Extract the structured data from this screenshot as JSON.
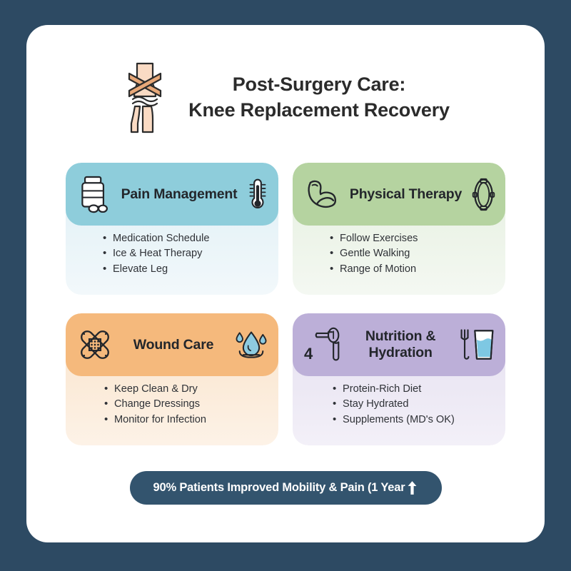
{
  "theme": {
    "page_background": "#2d4a63",
    "panel_background": "#ffffff",
    "banner_background": "#33546e",
    "text_dark": "#2b2b2b"
  },
  "header": {
    "icon": "bandaged-knee-joint-icon",
    "title_line1": "Post-Surgery Care:",
    "title_line2": "Knee Replacement Recovery"
  },
  "cards": [
    {
      "id": "pain-management",
      "title": "Pain Management",
      "header_color": "#8ecddb",
      "body_color": "#e9f4f8",
      "icon_left": "pill-bottle-icon",
      "icon_right": "thermometer-icon",
      "number": "",
      "items": [
        "Medication Schedule",
        "Ice & Heat Therapy",
        "Elevate Leg"
      ]
    },
    {
      "id": "physical-therapy",
      "title": "Physical Therapy",
      "header_color": "#b5d3a0",
      "body_color": "#edf4e9",
      "icon_left": "flexed-bicep-icon",
      "icon_right": "resistance-band-loop-icon",
      "number": "",
      "items": [
        "Follow Exercises",
        "Gentle Walking",
        "Range of Motion"
      ]
    },
    {
      "id": "wound-care",
      "title": "Wound Care",
      "header_color": "#f5b97c",
      "body_color": "#fbebd9",
      "icon_left": "crossed-bandages-icon",
      "icon_right": "water-droplet-icon",
      "number": "",
      "items": [
        "Keep Clean & Dry",
        "Change Dressings",
        "Monitor for Infection"
      ]
    },
    {
      "id": "nutrition-hydration",
      "title": "Nutrition & Hydration",
      "header_color": "#bcafd8",
      "body_color": "#ece8f4",
      "icon_left": "fork-and-spoon-icon",
      "icon_right": "fork-and-water-glass-icon",
      "number": "4",
      "items": [
        "Protein-Rich Diet",
        "Stay Hydrated",
        "Supplements (MD's OK)"
      ]
    }
  ],
  "footer": {
    "text": "90% Patients Improved Mobility & Pain (1 Year",
    "icon": "up-arrow-icon"
  }
}
